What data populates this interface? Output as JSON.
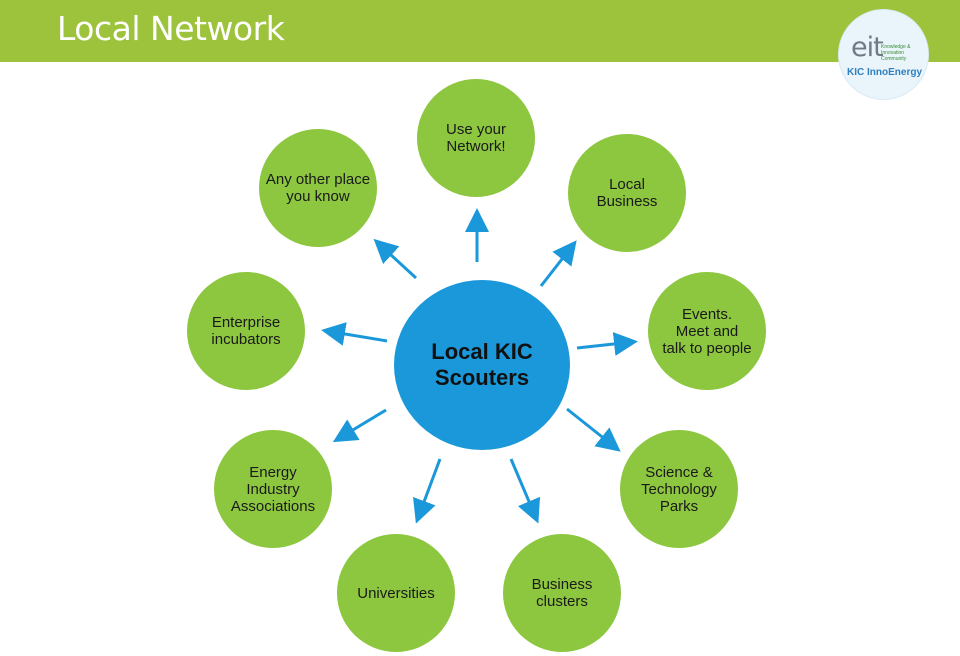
{
  "header": {
    "title": "Local Network"
  },
  "logo": {
    "mark": "eit",
    "sub": "Knowledge & Innovation Community",
    "name": "KIC InnoEnergy"
  },
  "diagram": {
    "center": "Local KIC\nScouters",
    "nodes": [
      {
        "label": "Use your\nNetwork!"
      },
      {
        "label": "Local\nBusiness"
      },
      {
        "label": "Events.\nMeet and\ntalk to people"
      },
      {
        "label": "Science &\nTechnology\nParks"
      },
      {
        "label": "Business\nclusters"
      },
      {
        "label": "Universities"
      },
      {
        "label": "Energy\nIndustry\nAssociations"
      },
      {
        "label": "Enterprise\nincubators"
      },
      {
        "label": "Any other place\nyou know"
      }
    ],
    "colors": {
      "node": "#8dc63f",
      "center": "#1a98da",
      "arrow": "#1a98da",
      "header": "#9dc23b"
    }
  }
}
